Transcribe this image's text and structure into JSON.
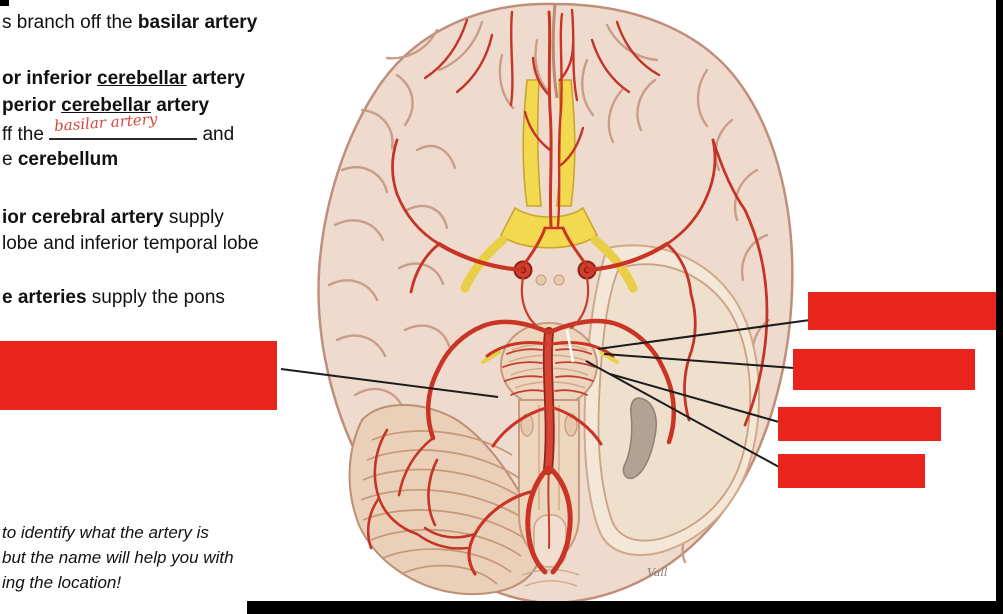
{
  "colors": {
    "page_bg": "#ffffff",
    "redaction_red": "#e8241b",
    "leader_line": "#1c1c1c",
    "handwriting_red": "#d5463c",
    "text_color": "#111111"
  },
  "notes": {
    "lines": [
      {
        "segments": [
          {
            "t": "s branch off the "
          },
          {
            "t": "basilar artery",
            "b": true
          }
        ]
      },
      {
        "segments": [
          {
            "t": "or inferior ",
            "b": true
          },
          {
            "t": "cerebellar",
            "b": true,
            "u": true
          },
          {
            "t": " artery",
            "b": true
          }
        ]
      },
      {
        "segments": [
          {
            "t": "perior ",
            "b": true
          },
          {
            "t": "cerebellar",
            "b": true,
            "u": true
          },
          {
            "t": " artery",
            "b": true
          }
        ]
      },
      {
        "segments": [
          {
            "t": "ff the "
          },
          {
            "blank": true,
            "hw": "basilar artery"
          },
          {
            "t": " and"
          }
        ]
      },
      {
        "segments": [
          {
            "t": "e "
          },
          {
            "t": "cerebellum",
            "b": true
          }
        ]
      },
      {
        "segments": [
          {
            "t": "ior cerebral artery",
            "b": true
          },
          {
            "t": " supply"
          }
        ]
      },
      {
        "segments": [
          {
            "t": "lobe and inferior temporal lobe"
          }
        ]
      },
      {
        "segments": [
          {
            "t": "e arteries",
            "b": true
          },
          {
            "t": " supply the pons"
          }
        ]
      }
    ]
  },
  "footer_note": {
    "lines": [
      "to identify what the artery is",
      "but the name will help you with",
      "ing the location!"
    ]
  },
  "illustration": {
    "signature": "Vall"
  }
}
